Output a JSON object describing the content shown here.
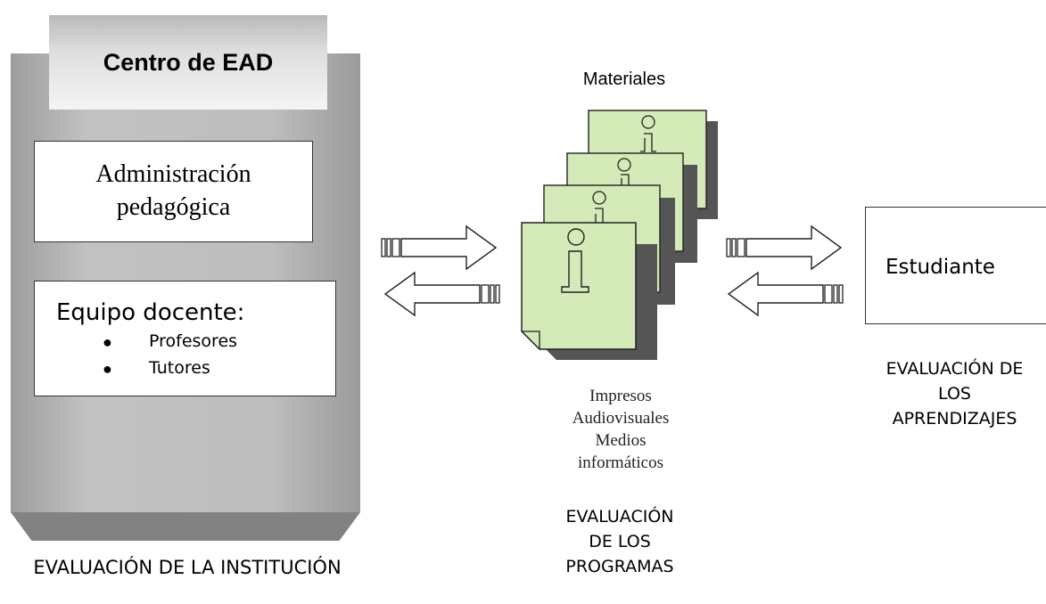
{
  "institution": {
    "tab_label": "Centro de EAD",
    "admin_label_line1": "Administración",
    "admin_label_line2": "pedagógica",
    "team_title": "Equipo docente:",
    "team_members": [
      "Profesores",
      "Tutores"
    ],
    "evaluation_label": "EVALUACIÓN DE LA INSTITUCIÓN"
  },
  "materials": {
    "caption": "Materiales",
    "media": [
      "Impresos",
      "Audiovisuales",
      "Medios",
      "informáticos"
    ],
    "evaluation_line1": "EVALUACIÓN",
    "evaluation_line2": "DE LOS",
    "evaluation_line3": "PROGRAMAS",
    "page_fill": "#d4eab8"
  },
  "student": {
    "label": "Estudiante",
    "evaluation_line1": "EVALUACIÓN DE",
    "evaluation_line2": "LOS",
    "evaluation_line3": "APRENDIZAJES"
  }
}
